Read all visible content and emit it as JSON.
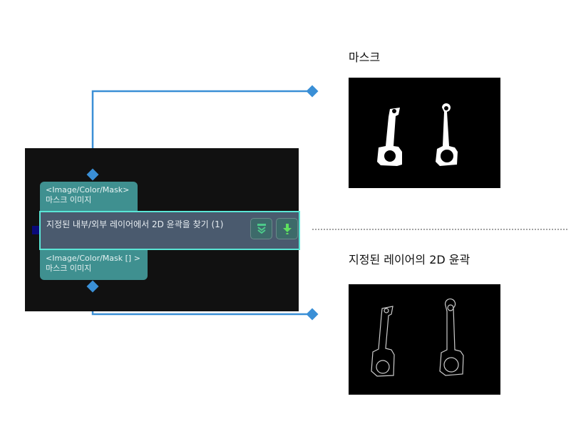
{
  "node": {
    "input_port": {
      "type": "<Image/Color/Mask>",
      "name": "마스크 이미지"
    },
    "title": "지정된 내부/외부 레이어에서 2D 윤곽을 찾기 (1)",
    "output_port": {
      "type": "<Image/Color/Mask [] >",
      "name": "마스크 이미지"
    },
    "buttons": [
      "collapse-icon",
      "debug-icon"
    ]
  },
  "outputs": {
    "mask_label": "마스크",
    "contour_label": "지정된 레이어의 2D 윤곽"
  },
  "colors": {
    "connector": "#3a8fd6",
    "node_border": "#5ae6d6",
    "port": "#3f9090"
  }
}
